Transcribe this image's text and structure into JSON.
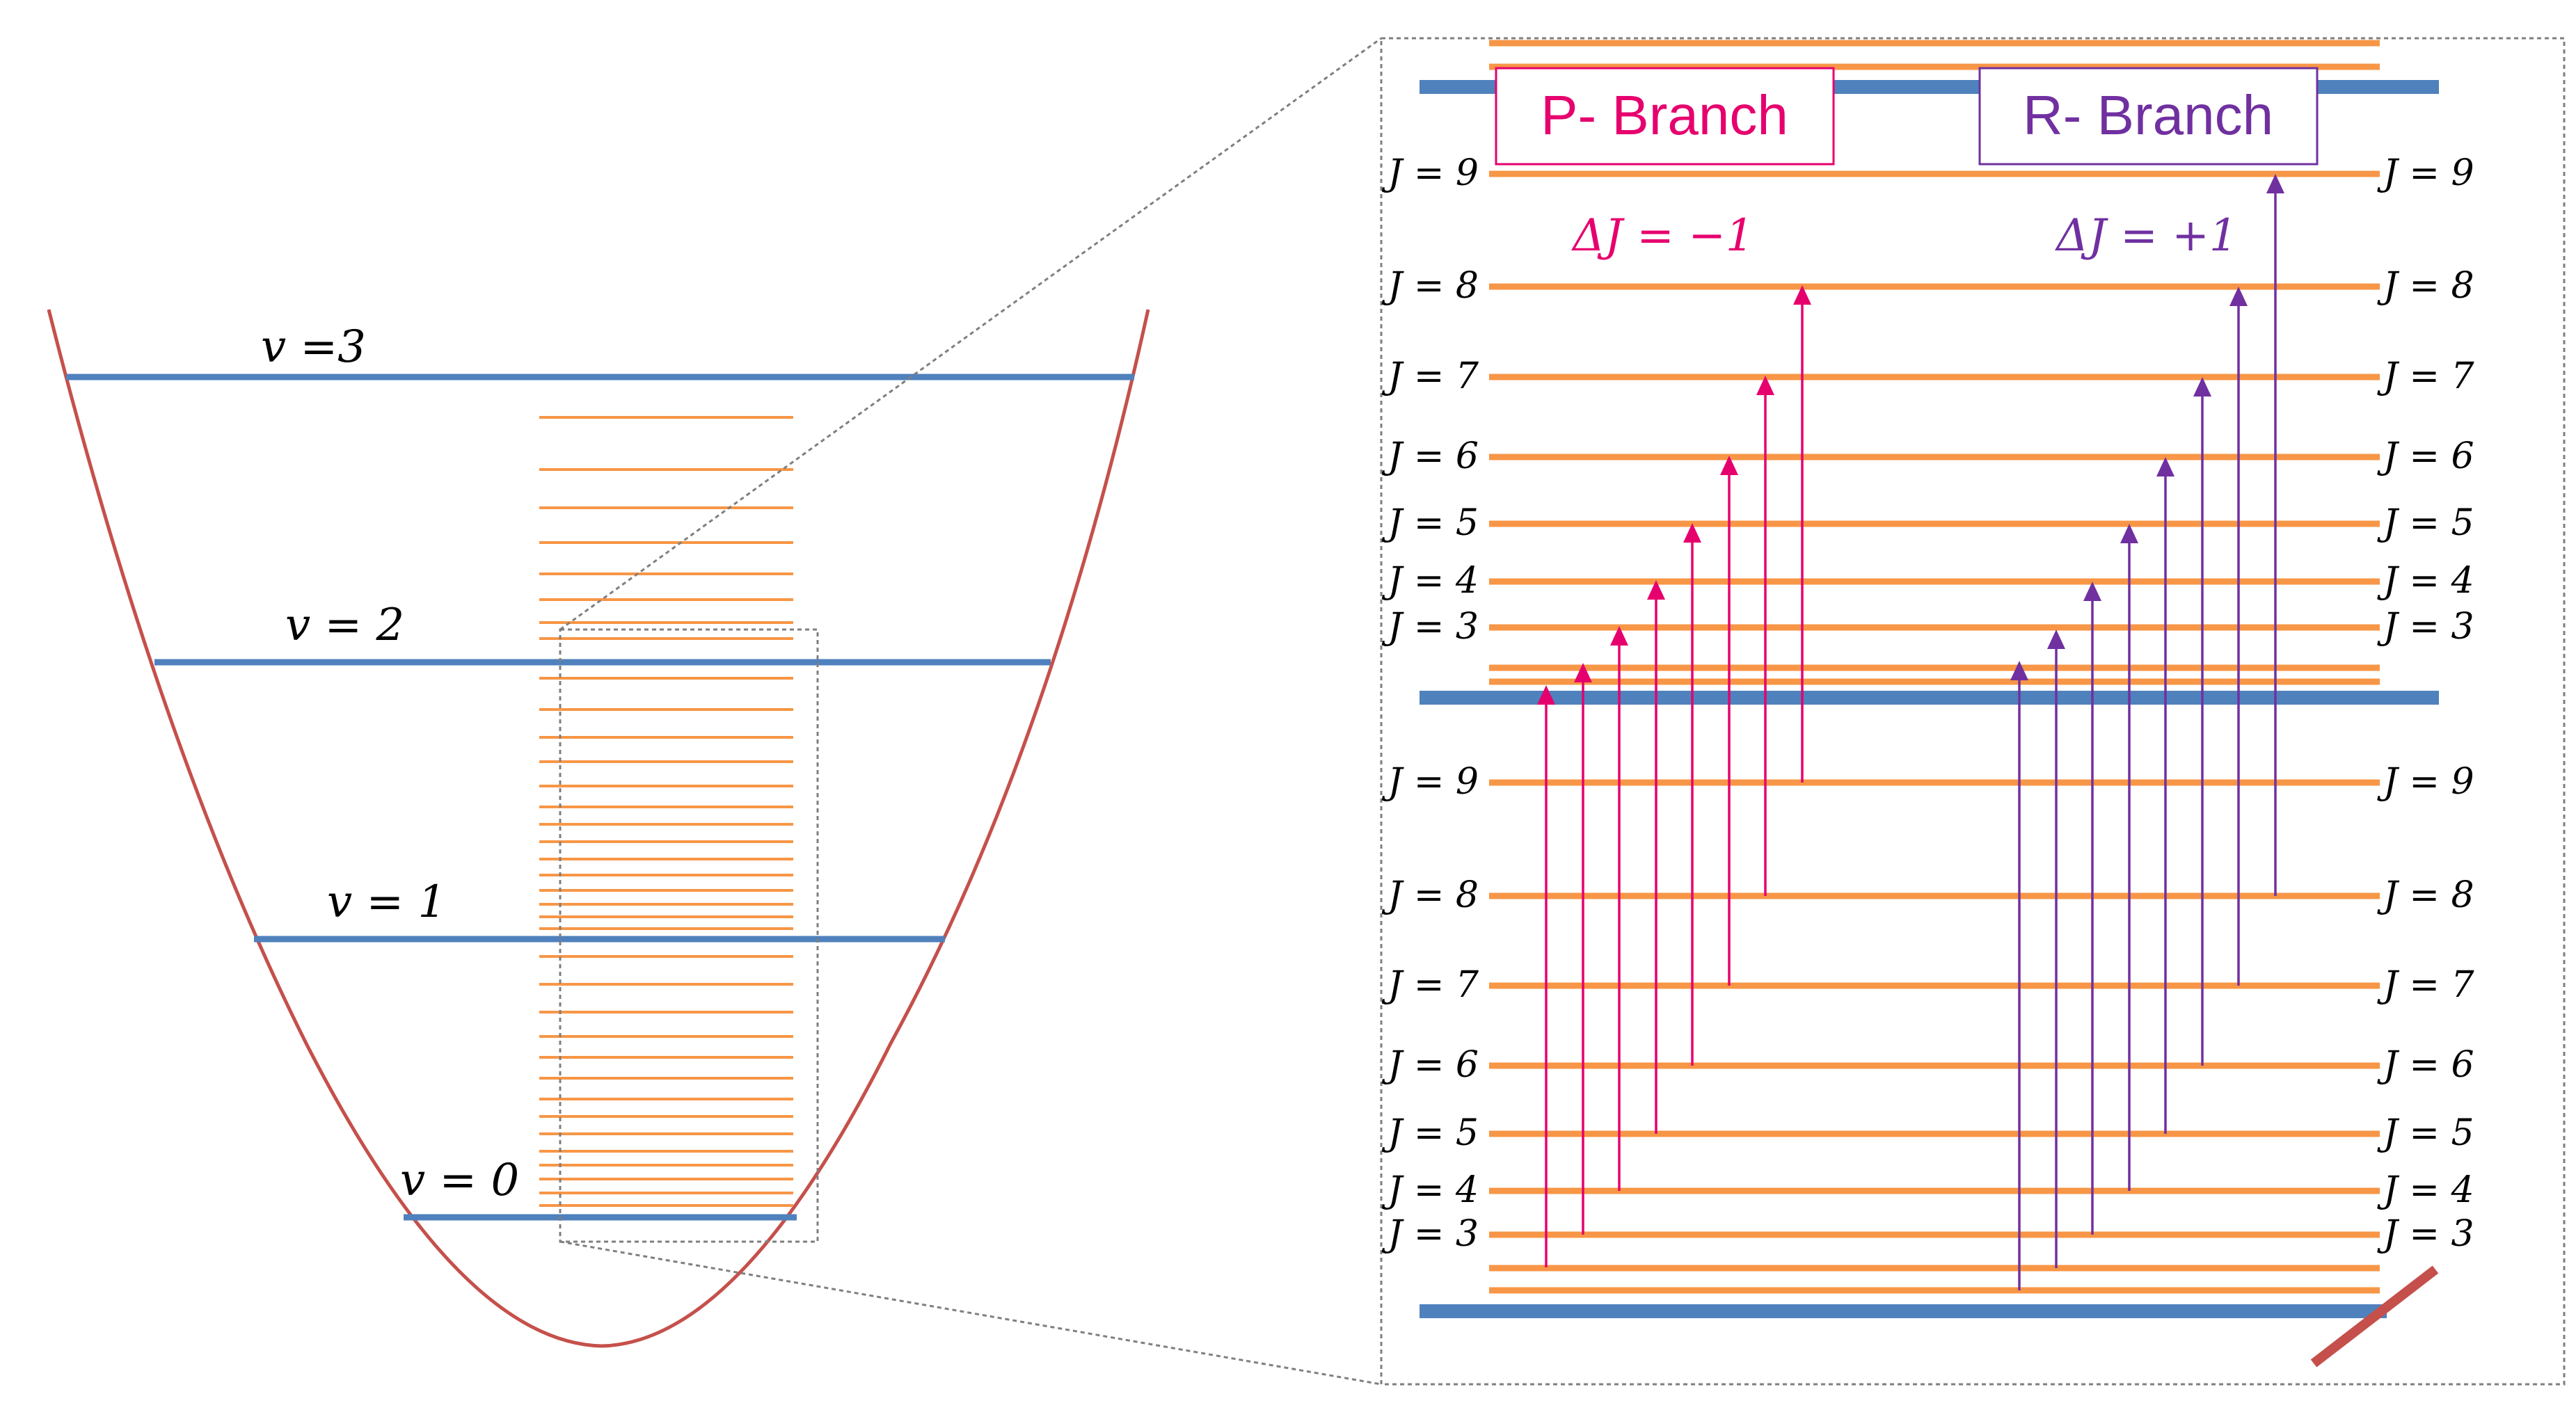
{
  "colors": {
    "well": "#c5504b",
    "vib_level": "#4f81bd",
    "rot_level": "#f79646",
    "p_branch": "#e6006e",
    "r_branch": "#7030a0",
    "dotted": "#7f7f7f",
    "text": "#000000"
  },
  "left": {
    "vib_labels": [
      "v = 0",
      "v = 1",
      "v = 2",
      "v =3"
    ]
  },
  "right": {
    "p_box_label": "P- Branch",
    "r_box_label": "R- Branch",
    "p_delta": "ΔJ = −1",
    "r_delta": "ΔJ = +1",
    "upper_j_labels": [
      "J = 3",
      "J = 4",
      "J = 5",
      "J = 6",
      "J = 7",
      "J = 8",
      "J = 9"
    ],
    "lower_j_labels": [
      "J = 3",
      "J = 4",
      "J = 5",
      "J = 6",
      "J = 7",
      "J = 8",
      "J = 9"
    ]
  }
}
